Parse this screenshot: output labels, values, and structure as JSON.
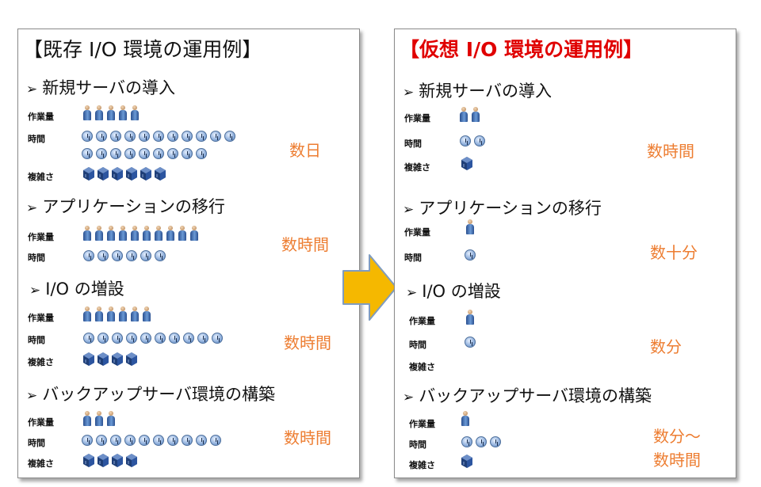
{
  "left": {
    "title": "【既存 I/O 環境の運用例】",
    "sections": [
      {
        "heading": "新規サーバの導入",
        "labels": {
          "work": "作業量",
          "time": "時間",
          "complexity": "複雑さ"
        },
        "result": "数日",
        "people": 5,
        "clocks": 20,
        "cubes": 6
      },
      {
        "heading": "アプリケーションの移行",
        "labels": {
          "work": "作業量",
          "time": "時間"
        },
        "result": "数時間",
        "people": 10,
        "clocks": 6
      },
      {
        "heading": "I/O の増設",
        "labels": {
          "work": "作業量",
          "time": "時間",
          "complexity": "複雑さ"
        },
        "result": "数時間",
        "people": 6,
        "clocks": 10,
        "cubes": 4
      },
      {
        "heading": "バックアップサーバ環境の構築",
        "labels": {
          "work": "作業量",
          "time": "時間",
          "complexity": "複雑さ"
        },
        "result": "数時間",
        "people": 3,
        "clocks": 10,
        "cubes": 4
      }
    ]
  },
  "right": {
    "title": "【仮想 I/O 環境の運用例】",
    "sections": [
      {
        "heading": "新規サーバの導入",
        "labels": {
          "work": "作業量",
          "time": "時間",
          "complexity": "複雑さ"
        },
        "result": "数時間",
        "people": 2,
        "clocks": 2,
        "cubes": 1
      },
      {
        "heading": "アプリケーションの移行",
        "labels": {
          "work": "作業量",
          "time": "時間"
        },
        "result": "数十分",
        "people": 1,
        "clocks": 1
      },
      {
        "heading": "I/O の増設",
        "labels": {
          "work": "作業量",
          "time": "時間",
          "complexity": "複雑さ"
        },
        "result": "数分",
        "people": 1,
        "clocks": 1,
        "cubes": 0
      },
      {
        "heading": "バックアップサーバ環境の構築",
        "labels": {
          "work": "作業量",
          "time": "時間",
          "complexity": "複雑さ"
        },
        "result_line1": "数分～",
        "result_line2": "数時間",
        "people": 1,
        "clocks": 3,
        "cubes": 1
      }
    ]
  },
  "colors": {
    "accent_red": "#e00000",
    "result_orange": "#ed7d31",
    "arrow_fill": "#f5b800",
    "arrow_stroke": "#7f9cc0"
  },
  "icons": {
    "bullet": "arrowhead-bullet-icon",
    "work": "person-icon",
    "time": "clock-icon",
    "complexity": "server-cube-icon"
  }
}
